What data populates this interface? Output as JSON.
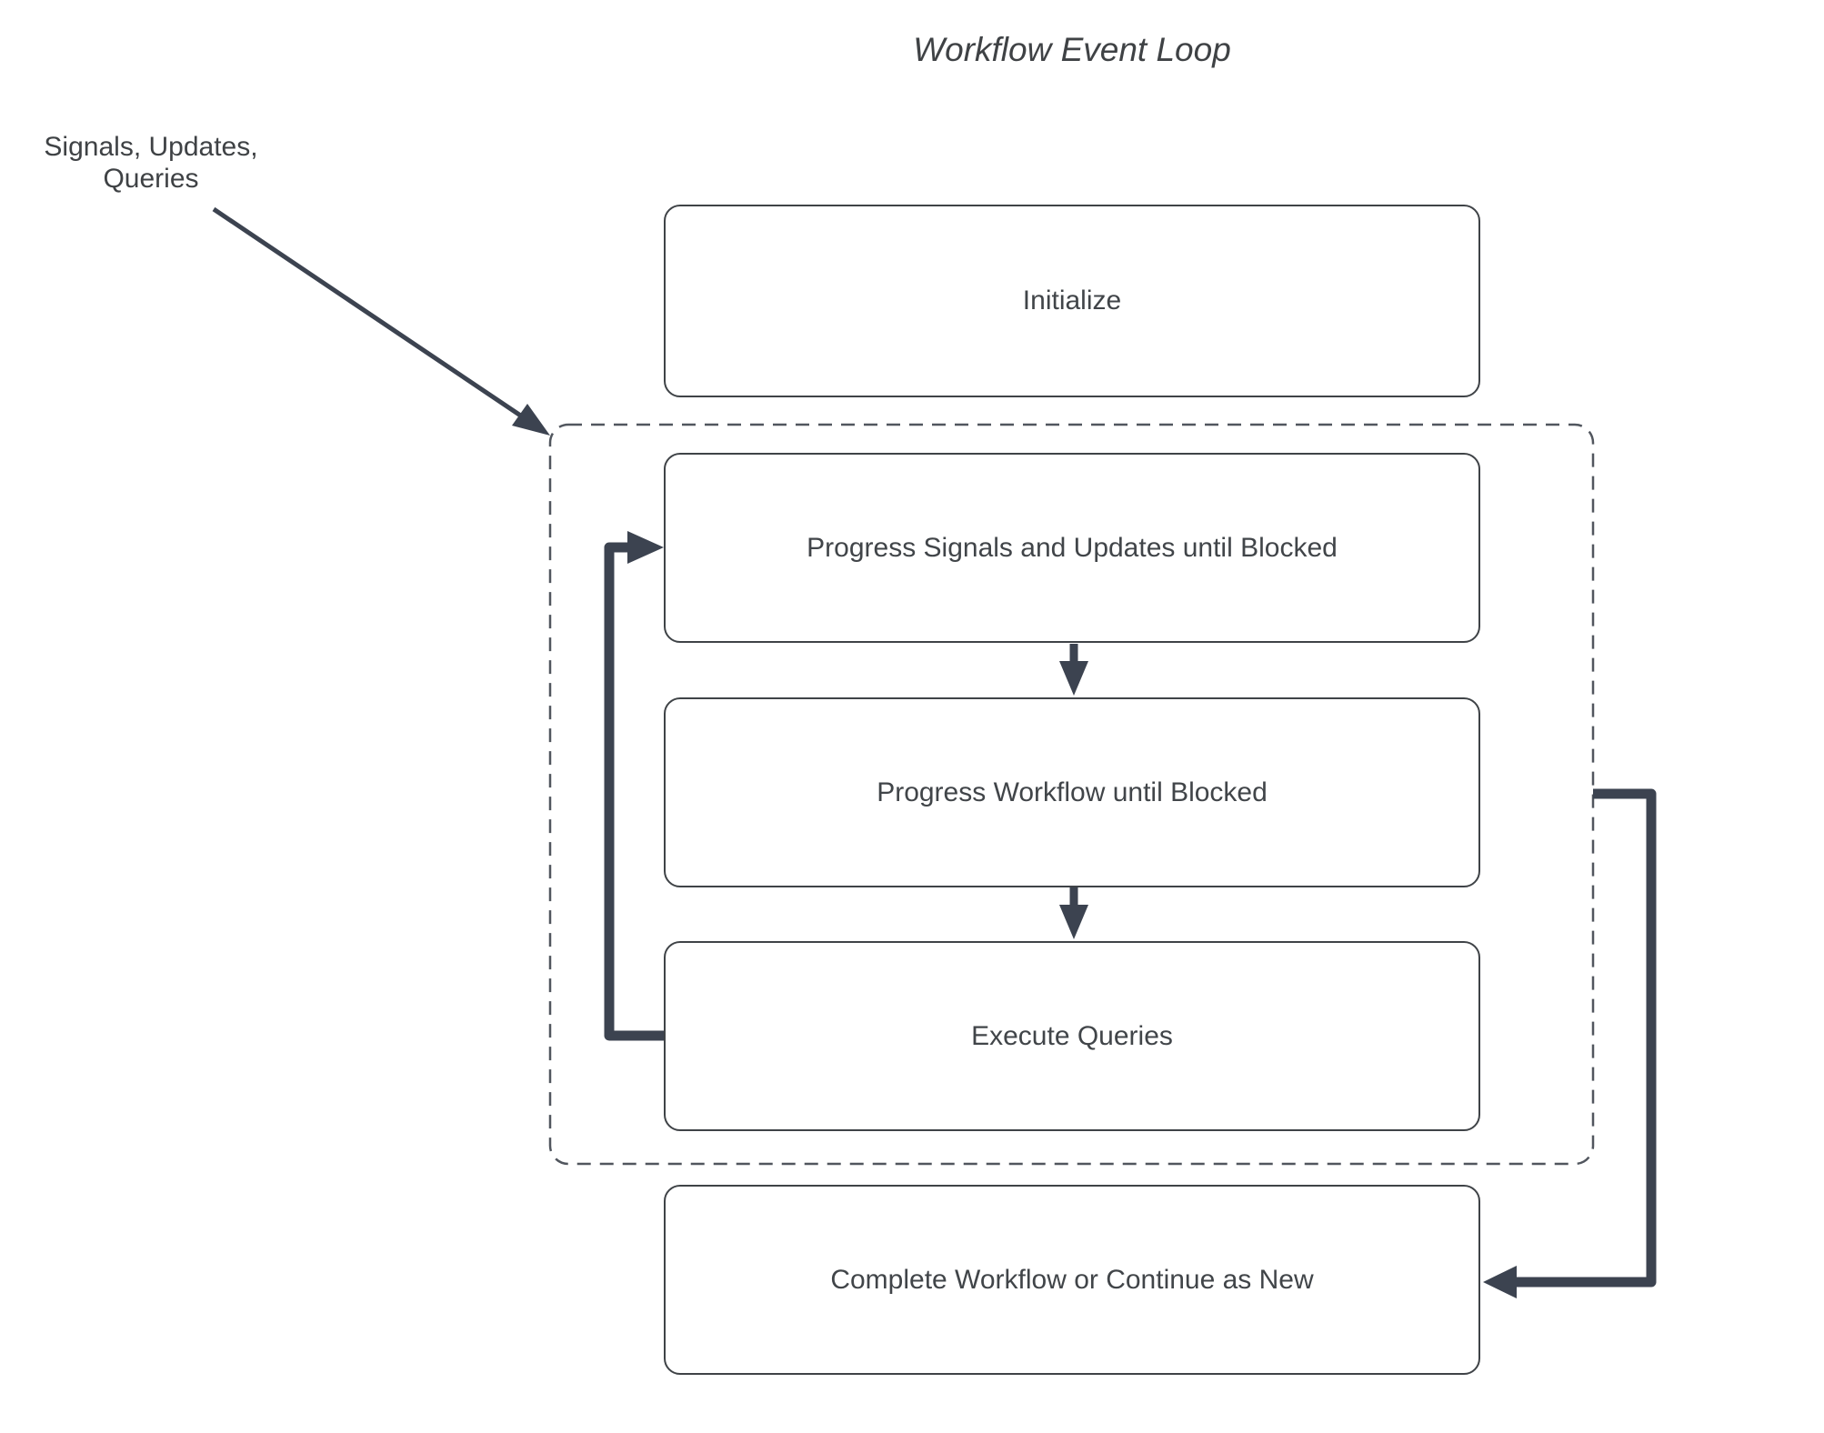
{
  "title": "Workflow Event Loop",
  "annotation": {
    "label": "Signals, Updates,\nQueries"
  },
  "nodes": [
    {
      "id": "initialize",
      "label": "Initialize"
    },
    {
      "id": "progress-signals-updates",
      "label": "Progress Signals and Updates until Blocked"
    },
    {
      "id": "progress-workflow",
      "label": "Progress Workflow until Blocked"
    },
    {
      "id": "execute-queries",
      "label": "Execute Queries"
    },
    {
      "id": "complete-or-continue",
      "label": "Complete Workflow or Continue as New"
    }
  ],
  "colors": {
    "arrow": "#3c4350",
    "box_border": "#3f4347",
    "dashed_border": "#51565e",
    "text": "#414549",
    "background": "#ffffff"
  }
}
